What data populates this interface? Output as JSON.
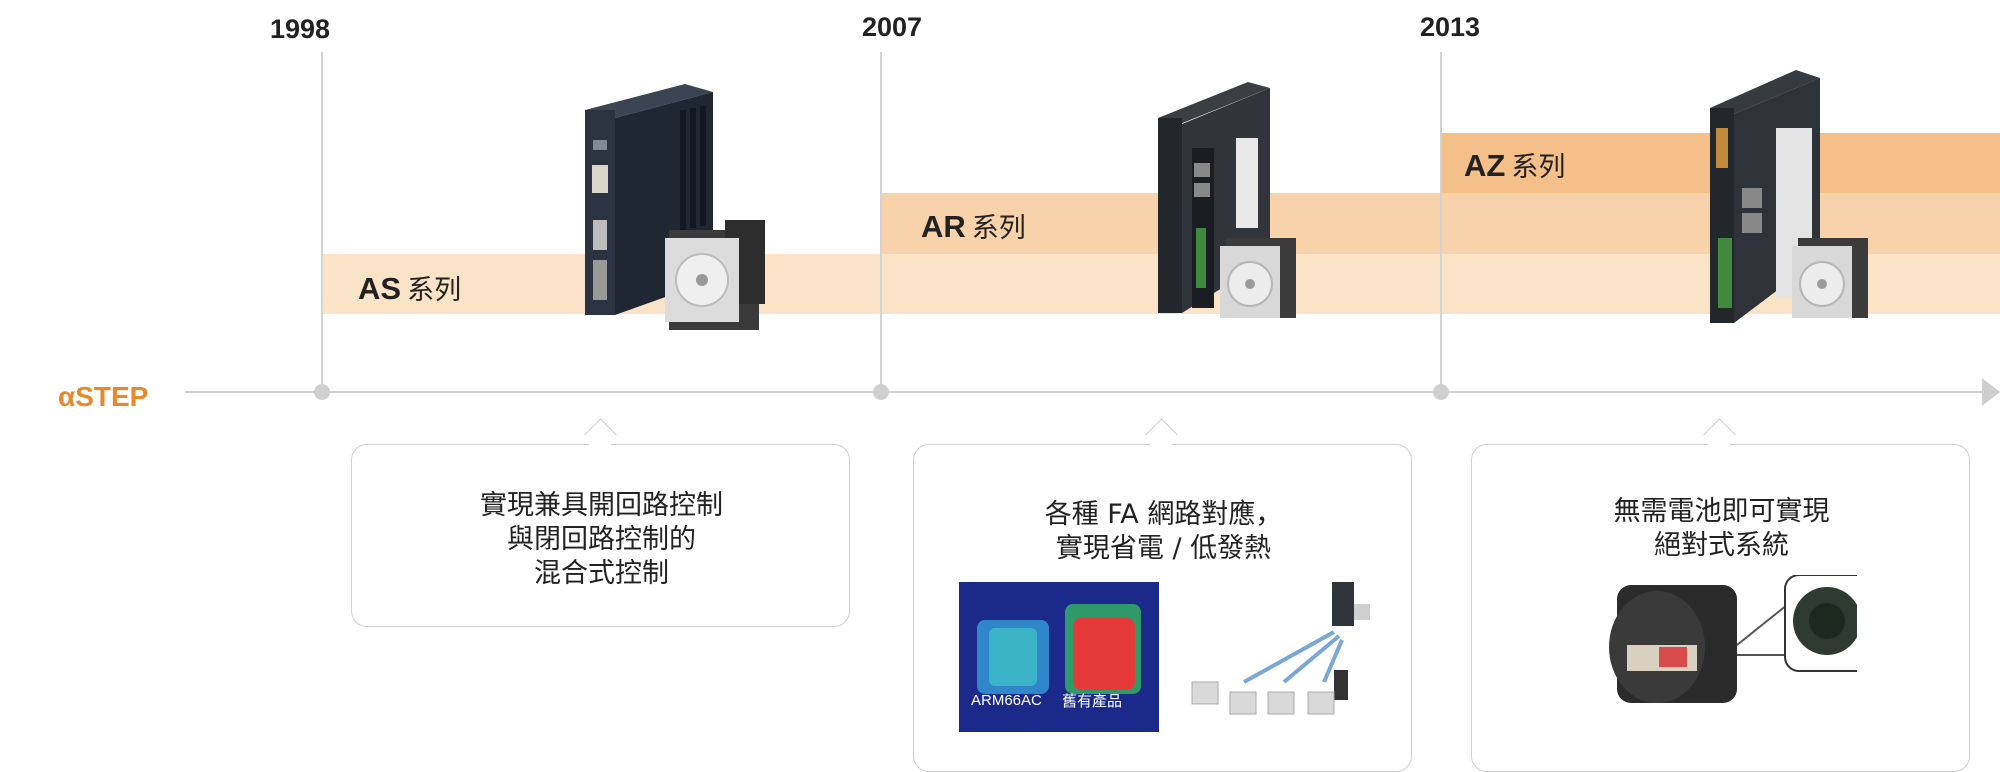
{
  "timeline": {
    "axis_label": "αSTEP",
    "years": [
      "1998",
      "2007",
      "2013"
    ]
  },
  "series": [
    {
      "code": "AS",
      "suffix": "系列"
    },
    {
      "code": "AR",
      "suffix": "系列"
    },
    {
      "code": "AZ",
      "suffix": "系列"
    }
  ],
  "callouts": [
    {
      "lines": [
        "實現兼具開回路控制",
        "與閉回路控制的",
        "混合式控制"
      ]
    },
    {
      "lines": [
        "各種 FA 網路對應，",
        "實現省電 / 低發熱"
      ],
      "thermal_labels": [
        "ARM66AC",
        "舊有產品"
      ]
    },
    {
      "lines": [
        "無需電池即可實現",
        "絕對式系統"
      ]
    }
  ],
  "colors": {
    "band_light": "#fbe3c8",
    "band_mid": "#f8d2aa",
    "band_dark": "#f5bf8a",
    "accent": "#e8892b"
  }
}
